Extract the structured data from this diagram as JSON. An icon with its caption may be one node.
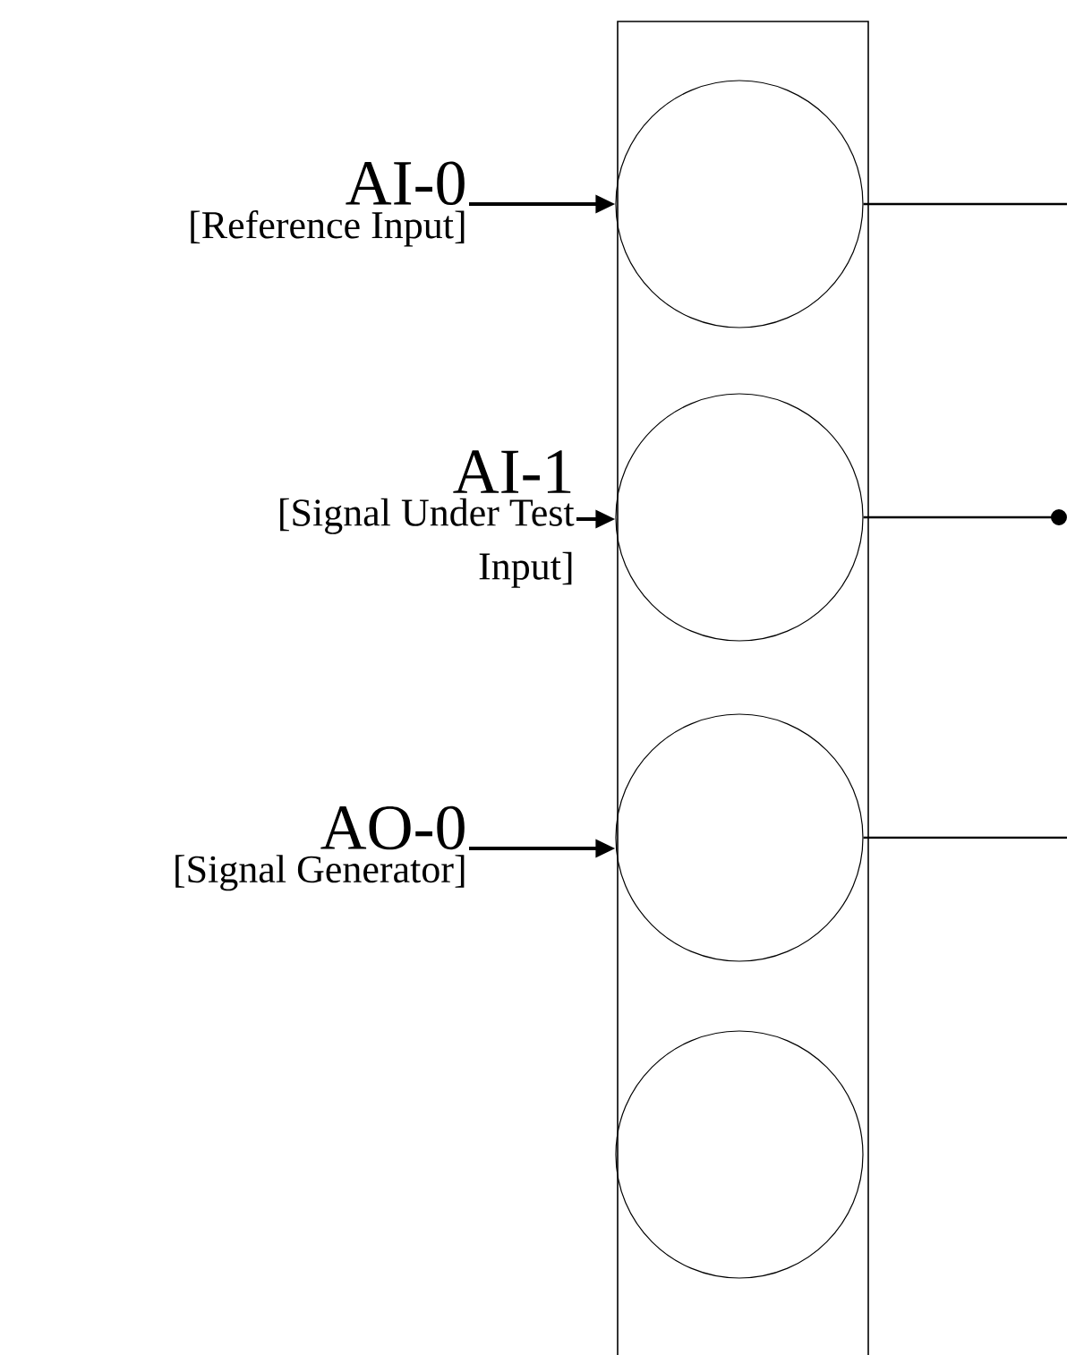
{
  "diagram": {
    "nodes": [
      {
        "text": [],
        "shape": "box"
      },
      {
        "text": [],
        "shape": "circle",
        "in": 0
      },
      {
        "text": [],
        "shape": "circle",
        "in": 0
      },
      {
        "text": [],
        "shape": "circle",
        "in": 0
      },
      {
        "text": [],
        "shape": "circle",
        "in": 0
      },
      {
        "text": [
          "AI-0",
          "[Reference Input]"
        ]
      },
      {
        "text": [
          "AI-1",
          "[Signal Under Test Input]"
        ]
      },
      {
        "text": [
          "AO-0",
          "[Signal Generator]"
        ]
      }
    ],
    "edges": [
      {
        "from": 5,
        "to": 1,
        "arrow": "to"
      },
      {
        "from": 6,
        "to": 2,
        "arrow": "to"
      },
      {
        "from": 7,
        "to": 3,
        "arrow": "to"
      },
      {
        "from": 1,
        "to": null,
        "arrow": "none"
      },
      {
        "from": 2,
        "to": null,
        "arrow": "other"
      },
      {
        "from": 3,
        "to": null,
        "arrow": "none"
      }
    ]
  }
}
